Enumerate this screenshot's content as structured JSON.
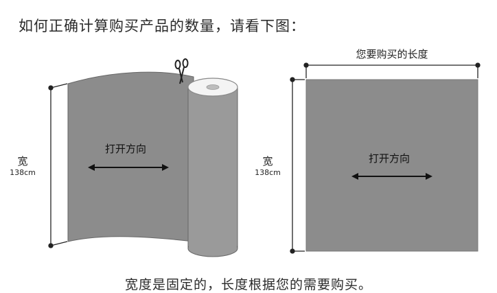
{
  "title": "如何正确计算购买产品的数量，请看下图：",
  "footer": "宽度是固定的，长度根据您的需要购买。",
  "left_figure": {
    "width_label": "宽",
    "width_value": "138cm",
    "direction_label": "打开方向"
  },
  "right_figure": {
    "length_label": "您要购买的长度",
    "width_label": "宽",
    "width_value": "138cm",
    "direction_label": "打开方向"
  },
  "colors": {
    "fabric": "#8c8c8c",
    "roll": "#9a9a9a",
    "outline": "#555555",
    "line": "#222222"
  }
}
